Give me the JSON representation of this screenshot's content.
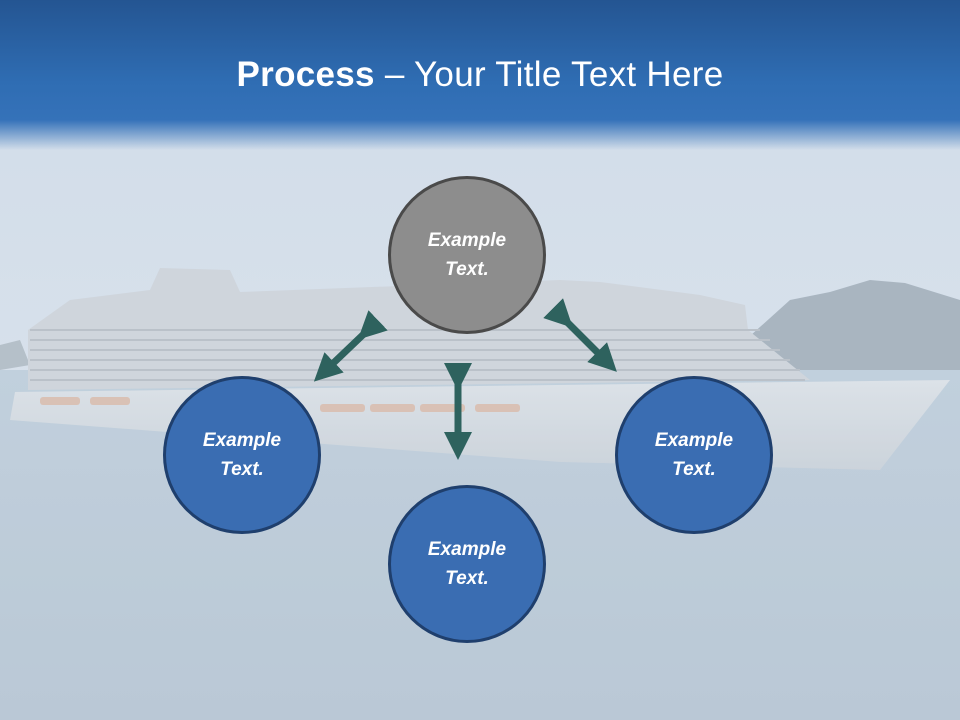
{
  "title": {
    "bold": "Process",
    "rest": " – Your Title Text Here"
  },
  "diagram": {
    "center": {
      "label": "Example\nText."
    },
    "left": {
      "label": "Example\nText."
    },
    "bottom": {
      "label": "Example\nText."
    },
    "right": {
      "label": "Example\nText."
    }
  },
  "colors": {
    "title_bar": "#2f6db3",
    "node_blue": "#3a6db2",
    "node_gray": "#8d8d8d",
    "arrow": "#2e625e"
  }
}
